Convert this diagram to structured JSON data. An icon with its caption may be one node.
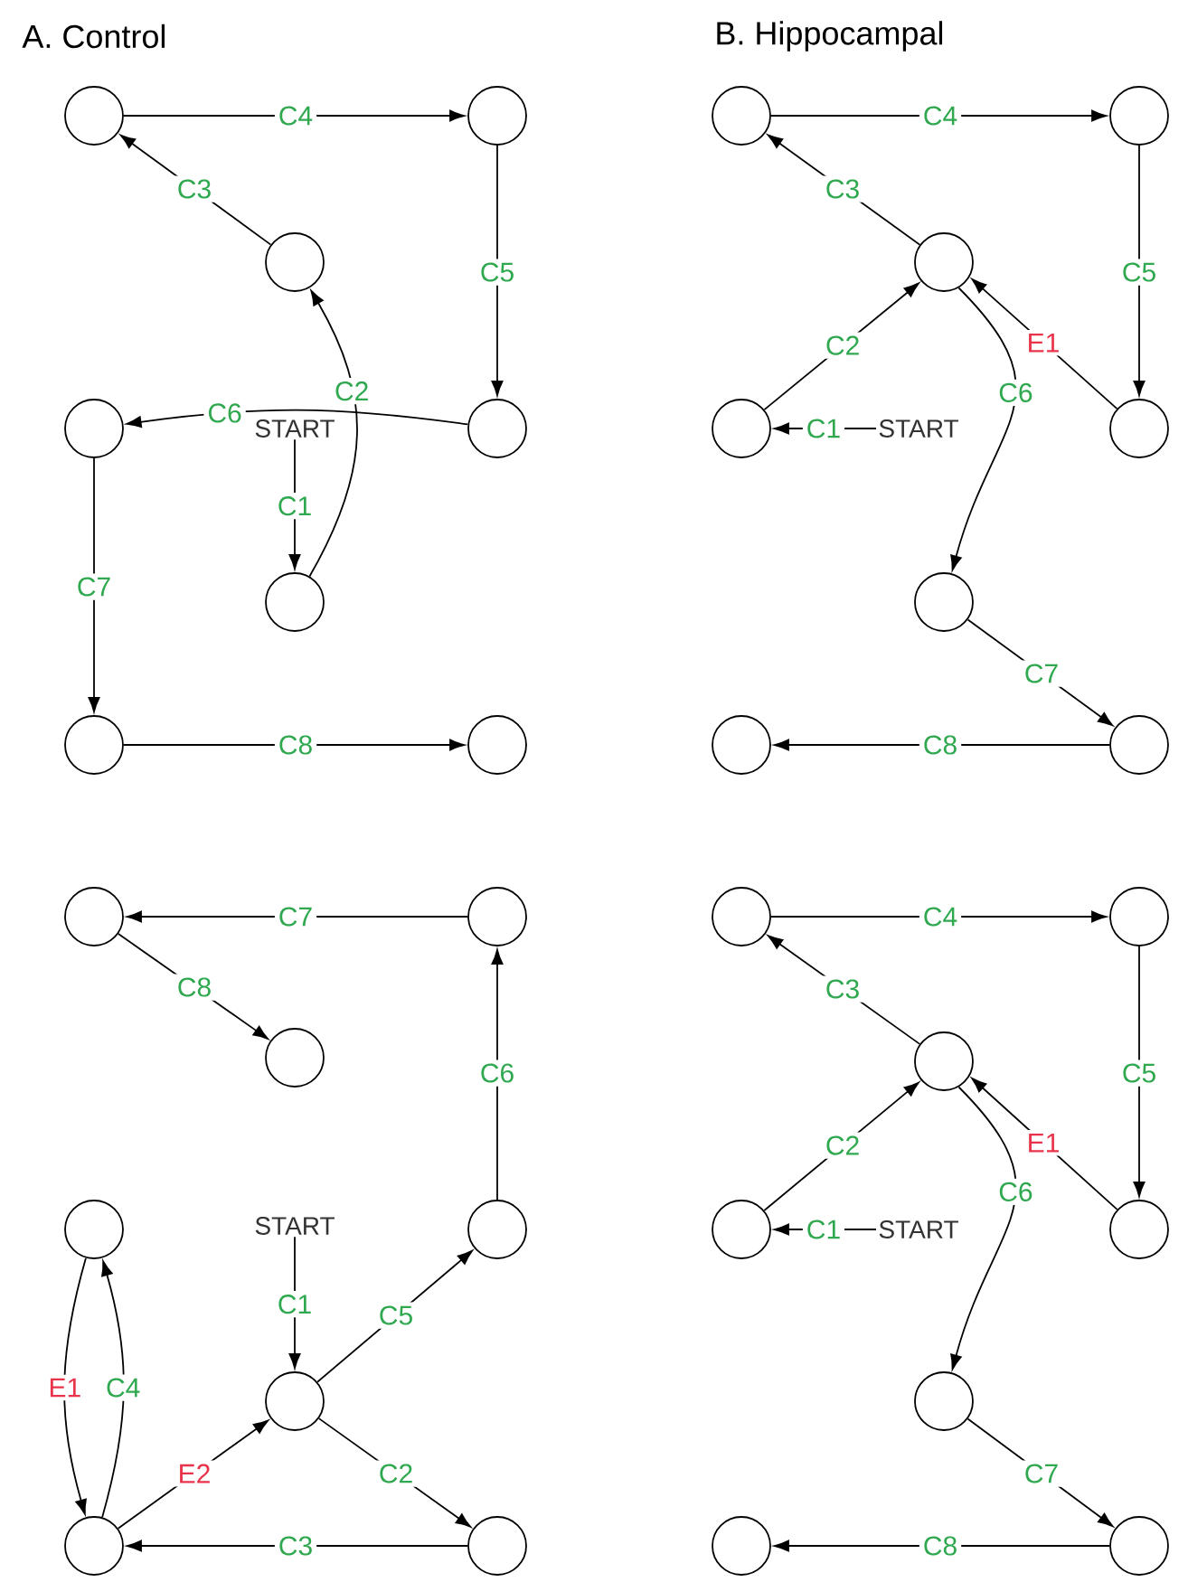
{
  "diagram": {
    "nodes": [
      {
        "text": [],
        "shape": "circle"
      },
      {
        "text": [],
        "shape": "circle"
      },
      {
        "text": [],
        "shape": "circle"
      },
      {
        "text": [],
        "shape": "circle"
      },
      {
        "text": [
          "START"
        ]
      },
      {
        "text": [],
        "shape": "circle"
      },
      {
        "text": [],
        "shape": "circle"
      },
      {
        "text": [],
        "shape": "circle"
      },
      {
        "text": [],
        "shape": "circle"
      },
      {
        "text": [],
        "shape": "circle"
      },
      {
        "text": [],
        "shape": "circle"
      },
      {
        "text": [],
        "shape": "circle"
      },
      {
        "text": [],
        "shape": "circle"
      },
      {
        "text": [
          "START"
        ]
      },
      {
        "text": [],
        "shape": "circle"
      },
      {
        "text": [],
        "shape": "circle"
      },
      {
        "text": [],
        "shape": "circle"
      },
      {
        "text": [],
        "shape": "circle"
      },
      {
        "text": [],
        "shape": "circle"
      },
      {
        "text": [],
        "shape": "circle"
      },
      {
        "text": [],
        "shape": "circle"
      },
      {
        "text": [],
        "shape": "circle"
      },
      {
        "text": [
          "START"
        ]
      },
      {
        "text": [],
        "shape": "circle"
      },
      {
        "text": [],
        "shape": "circle"
      },
      {
        "text": [],
        "shape": "circle"
      },
      {
        "text": [],
        "shape": "circle"
      },
      {
        "text": [],
        "shape": "circle"
      },
      {
        "text": [],
        "shape": "circle"
      },
      {
        "text": [],
        "shape": "circle"
      },
      {
        "text": [],
        "shape": "circle"
      },
      {
        "text": [
          "START"
        ]
      },
      {
        "text": [],
        "shape": "circle"
      },
      {
        "text": [],
        "shape": "circle"
      },
      {
        "text": [],
        "shape": "circle"
      },
      {
        "text": [],
        "shape": "circle"
      }
    ],
    "edges": [
      {
        "from": 4,
        "to": 6,
        "arrow": "to",
        "label": "C1"
      },
      {
        "from": 6,
        "to": 2,
        "arrow": "to",
        "label": "C2"
      },
      {
        "from": 2,
        "to": 0,
        "arrow": "to",
        "label": "C3"
      },
      {
        "from": 0,
        "to": 1,
        "arrow": "to",
        "label": "C4"
      },
      {
        "from": 1,
        "to": 5,
        "arrow": "to",
        "label": "C5"
      },
      {
        "from": 5,
        "to": 3,
        "arrow": "to",
        "label": "C6"
      },
      {
        "from": 3,
        "to": 7,
        "arrow": "to",
        "label": "C7"
      },
      {
        "from": 7,
        "to": 8,
        "arrow": "to",
        "label": "C8"
      },
      {
        "from": 13,
        "to": 12,
        "arrow": "to",
        "label": "C1"
      },
      {
        "from": 12,
        "to": 11,
        "arrow": "to",
        "label": "C2"
      },
      {
        "from": 11,
        "to": 9,
        "arrow": "to",
        "label": "C3"
      },
      {
        "from": 9,
        "to": 10,
        "arrow": "to",
        "label": "C4"
      },
      {
        "from": 10,
        "to": 14,
        "arrow": "to",
        "label": "C5"
      },
      {
        "from": 14,
        "to": 11,
        "arrow": "to",
        "label": "E1"
      },
      {
        "from": 11,
        "to": 15,
        "arrow": "to",
        "label": "C6"
      },
      {
        "from": 15,
        "to": 17,
        "arrow": "to",
        "label": "C7"
      },
      {
        "from": 17,
        "to": 16,
        "arrow": "to",
        "label": "C8"
      },
      {
        "from": 22,
        "to": 24,
        "arrow": "to",
        "label": "C1"
      },
      {
        "from": 24,
        "to": 26,
        "arrow": "to",
        "label": "C2"
      },
      {
        "from": 26,
        "to": 25,
        "arrow": "to",
        "label": "C3"
      },
      {
        "from": 25,
        "to": 21,
        "arrow": "to",
        "label": "C4"
      },
      {
        "from": 21,
        "to": 25,
        "arrow": "to",
        "label": "E1"
      },
      {
        "from": 25,
        "to": 24,
        "arrow": "to",
        "label": "E2"
      },
      {
        "from": 24,
        "to": 23,
        "arrow": "to",
        "label": "C5"
      },
      {
        "from": 23,
        "to": 19,
        "arrow": "to",
        "label": "C6"
      },
      {
        "from": 19,
        "to": 18,
        "arrow": "to",
        "label": "C7"
      },
      {
        "from": 18,
        "to": 20,
        "arrow": "to",
        "label": "C8"
      },
      {
        "from": 31,
        "to": 30,
        "arrow": "to",
        "label": "C1"
      },
      {
        "from": 30,
        "to": 29,
        "arrow": "to",
        "label": "C2"
      },
      {
        "from": 29,
        "to": 27,
        "arrow": "to",
        "label": "C3"
      },
      {
        "from": 27,
        "to": 28,
        "arrow": "to",
        "label": "C4"
      },
      {
        "from": 28,
        "to": 32,
        "arrow": "to",
        "label": "C5"
      },
      {
        "from": 32,
        "to": 29,
        "arrow": "to",
        "label": "E1"
      },
      {
        "from": 29,
        "to": 33,
        "arrow": "to",
        "label": "C6"
      },
      {
        "from": 33,
        "to": 35,
        "arrow": "to",
        "label": "C7"
      },
      {
        "from": 35,
        "to": 34,
        "arrow": "to",
        "label": "C8"
      }
    ],
    "labels": [
      "A. Control",
      "B. Hippocampal"
    ]
  }
}
